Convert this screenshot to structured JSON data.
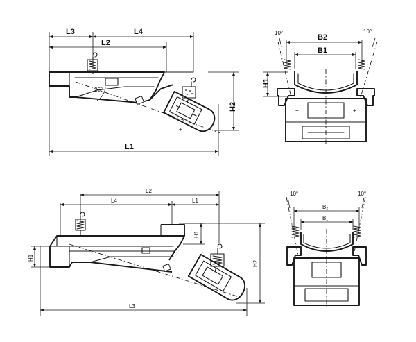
{
  "top_side_view": {
    "labels": {
      "L3": "L3",
      "L4": "L4",
      "L2": "L2",
      "L1": "L1",
      "H2": "H2",
      "angle": "25°"
    }
  },
  "top_end_view": {
    "labels": {
      "B2": "B2",
      "B1": "B1",
      "H1": "H1",
      "angle_left": "10°",
      "angle_right": "10°"
    }
  },
  "bottom_side_view": {
    "labels": {
      "L2": "L2",
      "L4": "L4",
      "L1": "L1",
      "H1": "H1",
      "H2": "H2",
      "L3": "L3"
    }
  },
  "bottom_end_view": {
    "labels": {
      "B2": "B₂",
      "B1": "B₁",
      "angle_left": "10°",
      "angle_right": "10°"
    }
  },
  "colors": {
    "line": "#1a1a1a",
    "background": "#ffffff"
  },
  "icon_names": [
    "spring-hanger-icon",
    "vibration-motor-icon",
    "arrowhead-icon"
  ]
}
